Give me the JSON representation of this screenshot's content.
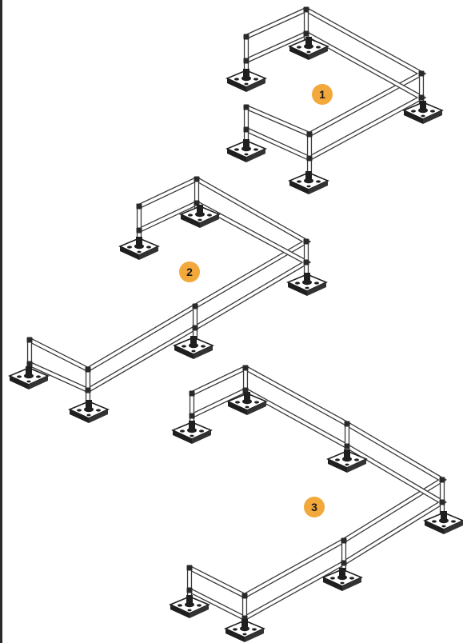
{
  "colors": {
    "badge": "#f2a83a",
    "line": "#3a3a3a",
    "base": "#1f1f1f"
  },
  "assemblies": [
    {
      "badge": "1",
      "description_icon": "barrier-frame-icon"
    },
    {
      "badge": "2",
      "description_icon": "barrier-frame-icon"
    },
    {
      "badge": "3",
      "description_icon": "barrier-frame-icon"
    }
  ]
}
